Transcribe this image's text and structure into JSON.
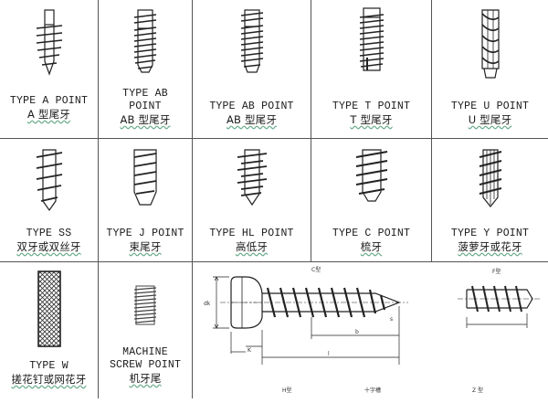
{
  "row1": [
    {
      "en": "TYPE A POINT",
      "cn": "A 型尾牙"
    },
    {
      "en": "TYPE AB POINT",
      "cn": "AB 型尾牙"
    },
    {
      "en": "TYPE AB POINT",
      "cn": "AB 型尾牙"
    },
    {
      "en": "TYPE T POINT",
      "cn": "T 型尾牙"
    },
    {
      "en": "TYPE U POINT",
      "cn": "U 型尾牙"
    }
  ],
  "row2": [
    {
      "en": "TYPE SS",
      "cn": "双牙或双丝牙"
    },
    {
      "en": "TYPE J POINT",
      "cn": "束尾牙"
    },
    {
      "en": "TYPE HL POINT",
      "cn": "高低牙"
    },
    {
      "en": "TYPE C POINT",
      "cn": "梳牙"
    },
    {
      "en": "TYPE Y POINT",
      "cn": "菠萝牙或花牙"
    }
  ],
  "row3": [
    {
      "en": "TYPE W",
      "cn": "搓花钉或网花牙"
    },
    {
      "en": "MACHINE SCREW POINT",
      "cn": "机牙尾"
    }
  ],
  "drawing": {
    "title_c": "C型",
    "title_f": "F型",
    "dim_l": "l",
    "dim_dk": "dk",
    "dim_k": "K",
    "dim_b": "b",
    "dim_s": "s",
    "label_h": "H型",
    "label_cross": "十字槽",
    "label_z": "Z 型"
  }
}
